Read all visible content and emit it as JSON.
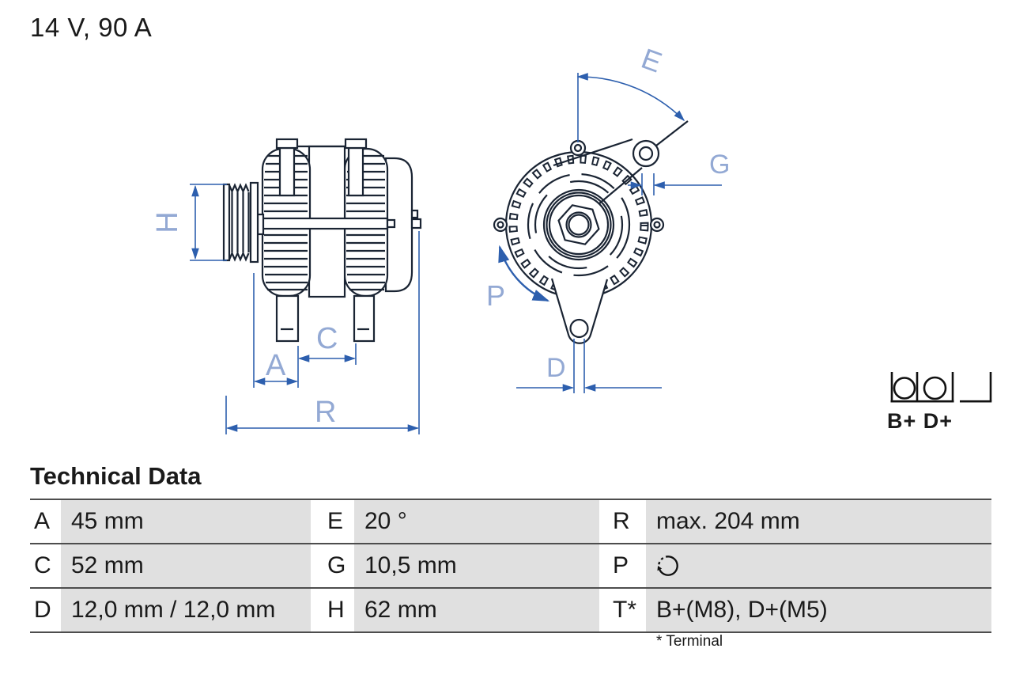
{
  "title": "14 V, 90 A",
  "side_view": {
    "dim_labels": {
      "h": "H",
      "a": "A",
      "c": "C",
      "r": "R"
    }
  },
  "front_view": {
    "dim_labels": {
      "e": "E",
      "g": "G",
      "d": "D",
      "p": "P"
    }
  },
  "terminal_diagram": {
    "label": "B+ D+",
    "icon": "connector-terminals-icon"
  },
  "technical_data": {
    "heading": "Technical Data",
    "rows": [
      {
        "k1": "A",
        "v1": "45 mm",
        "k2": "E",
        "v2": "20 °",
        "k3": "R",
        "v3": "max. 204 mm"
      },
      {
        "k1": "C",
        "v1": "52 mm",
        "k2": "G",
        "v2": "10,5 mm",
        "k3": "P",
        "v3": ""
      },
      {
        "k1": "D",
        "v1": "12,0 mm / 12,0 mm",
        "k2": "H",
        "v2": "62 mm",
        "k3": "T*",
        "v3": "B+(M8), D+(M5)"
      }
    ],
    "p_value_icon": "rotation-direction-icon",
    "footnote": "* Terminal"
  },
  "colors": {
    "drawing_outline": "#1a2433",
    "dimension_line": "#2d5fae",
    "dimension_label": "#93a9d4",
    "table_cell_bg": "#e0e0e0",
    "table_line": "#4d4d4d",
    "text": "#1a1a1a"
  }
}
